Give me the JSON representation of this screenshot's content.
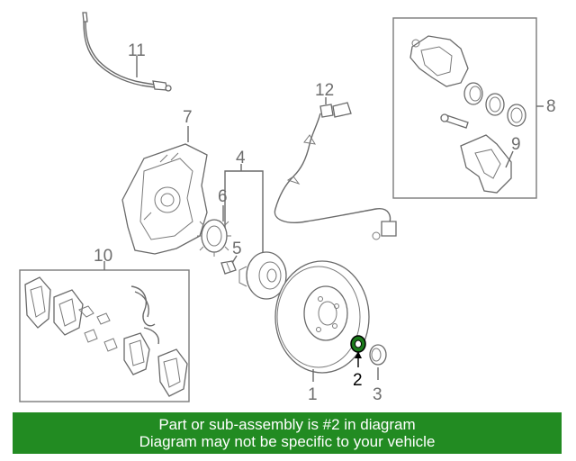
{
  "diagram": {
    "callouts": {
      "c1": "1",
      "c2": "2",
      "c3": "3",
      "c4": "4",
      "c5": "5",
      "c6": "6",
      "c7": "7",
      "c8": "8",
      "c9": "9",
      "c10": "10",
      "c11": "11",
      "c12": "12"
    },
    "highlighted_part": "2",
    "highlight_color": "#1a7a1a"
  },
  "banner": {
    "line1": "Part or sub-assembly is #2 in diagram",
    "line2": "Diagram may not be specific to your vehicle",
    "background": "#228b22",
    "text_color": "#ffffff"
  }
}
